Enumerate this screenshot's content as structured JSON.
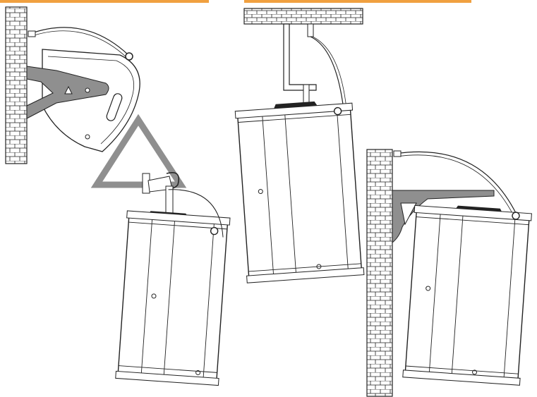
{
  "colors": {
    "accent": "#f0a040",
    "bracket": "#8f8f8f",
    "line": "#222222",
    "brick": "#ffffff"
  },
  "icons": {
    "warning": "warning-triangle-icon",
    "logo": "brand-logo-icon"
  },
  "panels": [
    {
      "name": "wall-bracket-install",
      "accent": true
    },
    {
      "name": "ceiling-suspension",
      "accent": true
    },
    {
      "name": "wall-bracket-mounted",
      "accent": false
    }
  ]
}
